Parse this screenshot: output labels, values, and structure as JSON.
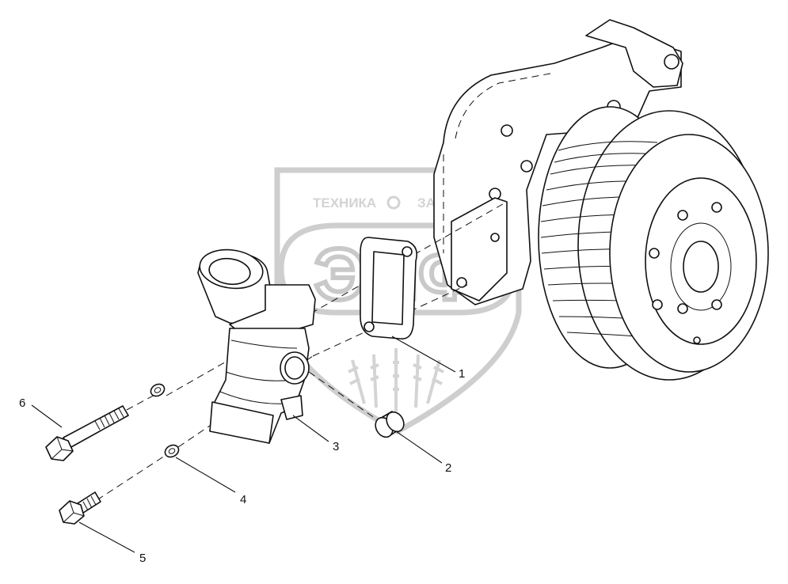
{
  "watermark": {
    "left_word": "ТЕХНИКА",
    "right_word": "ЗАПЧАСТИ",
    "logo_letters": "ЭПФ"
  },
  "callouts": [
    "1",
    "2",
    "3",
    "4",
    "5",
    "6"
  ]
}
